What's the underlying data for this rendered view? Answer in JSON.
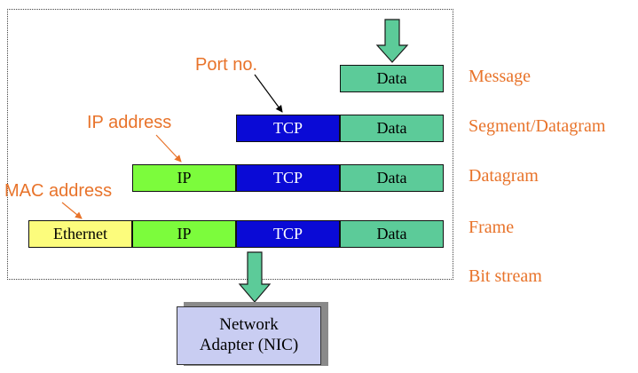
{
  "cells": {
    "data": "Data",
    "tcp": "TCP",
    "ip": "IP",
    "ethernet": "Ethernet"
  },
  "layers": {
    "message": "Message",
    "segment": "Segment/Datagram",
    "datagram": "Datagram",
    "frame": "Frame",
    "bitstream": "Bit stream"
  },
  "annotations": {
    "port": "Port no.",
    "ip_address": "IP address",
    "mac_address": "MAC address"
  },
  "nic": {
    "line1": "Network",
    "line2": "Adapter (NIC)"
  },
  "colors": {
    "data": "#5ccb99",
    "tcp": "#0a0ad6",
    "ip": "#7cfc3c",
    "ethernet": "#fcfc7c",
    "label": "#e8732a",
    "nic": "#c9cdf2"
  }
}
